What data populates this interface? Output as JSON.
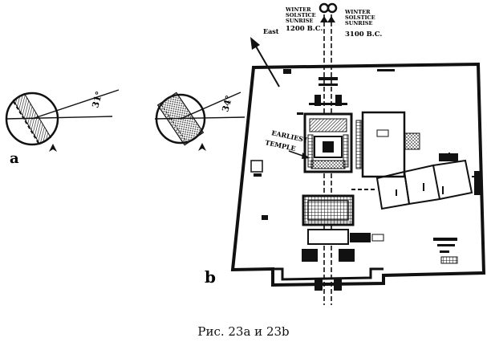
{
  "figure_a": {
    "label": "a",
    "angle_label": "31°"
  },
  "figure_b": {
    "label": "b",
    "angle_label": "34°",
    "solstice_left": [
      "WINTER",
      "SOLSTICE",
      "SUNRISE",
      "1200 B.C."
    ],
    "solstice_right": [
      "WINTER",
      "SOLSTICE",
      "SUNRISE",
      "3100 B.C."
    ],
    "east_label": "East",
    "earliest_temple": [
      "EARLIEST",
      "TEMPLE"
    ]
  },
  "caption": "Рис. 23а и 23b",
  "colors": {
    "ink": "#111111",
    "paper": "#ffffff"
  }
}
